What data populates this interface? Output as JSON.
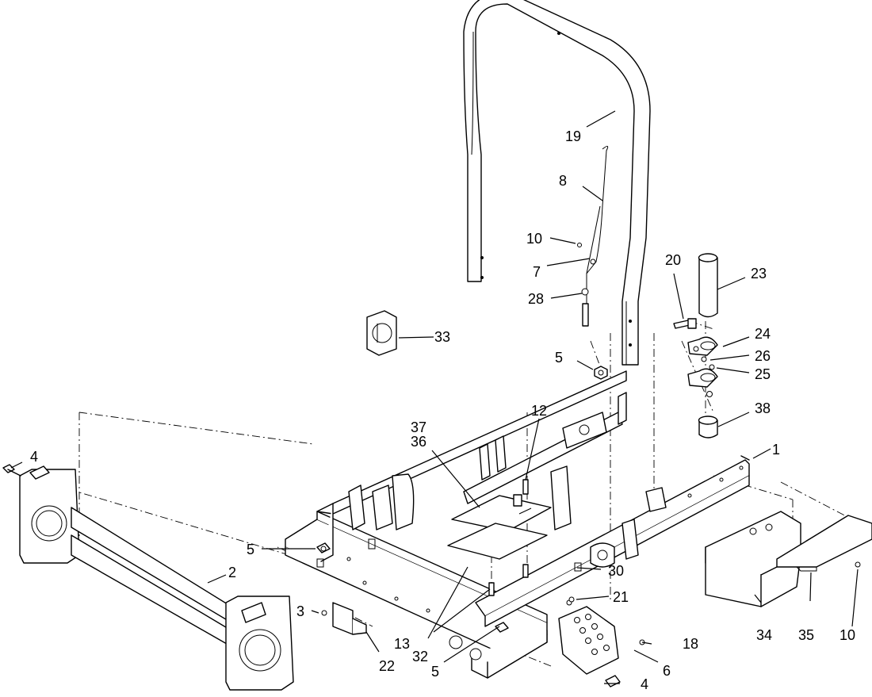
{
  "callouts": [
    {
      "id": "c1",
      "text": "1"
    },
    {
      "id": "c2",
      "text": "2"
    },
    {
      "id": "c3",
      "text": "3"
    },
    {
      "id": "c4a",
      "text": "4"
    },
    {
      "id": "c4b",
      "text": "4"
    },
    {
      "id": "c5a",
      "text": "5"
    },
    {
      "id": "c5b",
      "text": "5"
    },
    {
      "id": "c5c",
      "text": "5"
    },
    {
      "id": "c6",
      "text": "6"
    },
    {
      "id": "c7",
      "text": "7"
    },
    {
      "id": "c8",
      "text": "8"
    },
    {
      "id": "c10a",
      "text": "10"
    },
    {
      "id": "c10b",
      "text": "10"
    },
    {
      "id": "c12",
      "text": "12"
    },
    {
      "id": "c13",
      "text": "13"
    },
    {
      "id": "c18",
      "text": "18"
    },
    {
      "id": "c19",
      "text": "19"
    },
    {
      "id": "c20",
      "text": "20"
    },
    {
      "id": "c21",
      "text": "21"
    },
    {
      "id": "c22",
      "text": "22"
    },
    {
      "id": "c23",
      "text": "23"
    },
    {
      "id": "c24",
      "text": "24"
    },
    {
      "id": "c25",
      "text": "25"
    },
    {
      "id": "c26",
      "text": "26"
    },
    {
      "id": "c28",
      "text": "28"
    },
    {
      "id": "c30",
      "text": "30"
    },
    {
      "id": "c32",
      "text": "32"
    },
    {
      "id": "c33",
      "text": "33"
    },
    {
      "id": "c34",
      "text": "34"
    },
    {
      "id": "c35",
      "text": "35"
    },
    {
      "id": "c36",
      "text": "36"
    },
    {
      "id": "c37",
      "text": "37"
    },
    {
      "id": "c38",
      "text": "38"
    }
  ]
}
